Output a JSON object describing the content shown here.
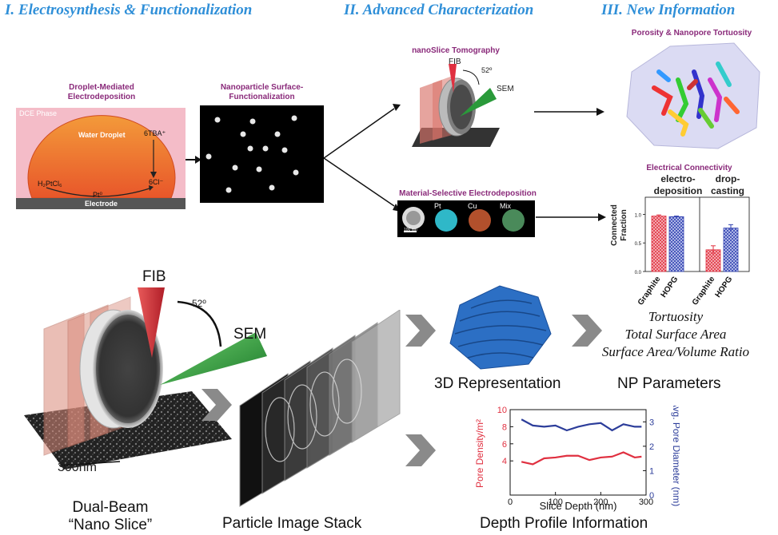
{
  "sections": {
    "s1": "I. Electrosynthesis & Functionalization",
    "s2": "II. Advanced Characterization",
    "s3": "III. New Information"
  },
  "droplet": {
    "title_l1": "Droplet-Mediated",
    "title_l2": "Electrodeposition",
    "dce": "DCE Phase",
    "water": "Water Droplet",
    "tba": "6TBA⁺",
    "h2ptcl6": "H₂PtCl₆",
    "cl": "6Cl⁻",
    "pt": "Pt⁰",
    "electrode": "Electrode"
  },
  "np_func": {
    "title_l1": "Nanoparticle Surface-",
    "title_l2": "Functionalization"
  },
  "nanoslice_tomo": {
    "title": "nanoSlice Tomography",
    "fib": "FIB",
    "angle": "52º",
    "sem": "SEM"
  },
  "mse": {
    "title": "Material-Selective Electrodeposition",
    "pt": "Pt",
    "cu": "Cu",
    "mix": "Mix",
    "scale": "100 nm"
  },
  "porosity": {
    "title": "Porosity & Nanopore Tortuosity"
  },
  "elec_conn": {
    "title": "Electrical Connectivity",
    "group1_l1": "electro-",
    "group1_l2": "deposition",
    "group2_l1": "drop-",
    "group2_l2": "casting",
    "ylabel_l1": "Connected",
    "ylabel_l2": "Fraction",
    "yticks": [
      "0.0",
      "0.5",
      "1.0"
    ],
    "xlabels": [
      "Graphite",
      "HOPG",
      "Graphite",
      "HOPG"
    ]
  },
  "bottom": {
    "fib": "FIB",
    "angle": "52º",
    "sem": "SEM",
    "scale": "300nm",
    "dual_l1": "Dual-Beam",
    "dual_l2": "“Nano Slice”",
    "stack": "Particle Image Stack",
    "rep3d": "3D Representation",
    "np_params": "NP Parameters",
    "params_l1": "Tortuosity",
    "params_l2": "Total Surface Area",
    "params_l3": "Surface Area/Volume Ratio",
    "depth": "Depth Profile Information"
  },
  "colors": {
    "section": "#2f8fd8",
    "title": "#8a2a7a",
    "red": "#e03040",
    "blue": "#2c3d9a"
  },
  "chart_data": [
    {
      "type": "bar",
      "title": "Electrical Connectivity",
      "categories": [
        "Graphite",
        "HOPG",
        "Graphite",
        "HOPG"
      ],
      "groups": [
        "electro-deposition",
        "electro-deposition",
        "drop-casting",
        "drop-casting"
      ],
      "values": [
        0.97,
        0.96,
        0.38,
        0.76
      ],
      "errors": [
        0.02,
        0.01,
        0.07,
        0.06
      ],
      "ylabel": "Connected Fraction",
      "ylim": [
        0,
        1.3
      ],
      "yticks": [
        0.0,
        0.5,
        1.0
      ]
    },
    {
      "type": "line",
      "xlabel": "Slice Depth (nm)",
      "xlim": [
        0,
        300
      ],
      "xticks": [
        0,
        100,
        200,
        300
      ],
      "series": [
        {
          "name": "Pore Density/m²",
          "axis": "left",
          "color": "#e03040",
          "x": [
            25,
            50,
            75,
            100,
            125,
            150,
            175,
            200,
            225,
            250,
            275,
            290
          ],
          "y": [
            3.9,
            3.6,
            4.3,
            4.4,
            4.6,
            4.6,
            4.1,
            4.4,
            4.5,
            5.0,
            4.4,
            4.5
          ]
        },
        {
          "name": "Avg. Pore Diameter (nm)",
          "axis": "right",
          "color": "#2c3d9a",
          "x": [
            25,
            50,
            75,
            100,
            125,
            150,
            175,
            200,
            225,
            250,
            275,
            290
          ],
          "y": [
            3.1,
            2.85,
            2.8,
            2.85,
            2.65,
            2.8,
            2.9,
            2.95,
            2.65,
            2.9,
            2.8,
            2.8
          ]
        }
      ],
      "ylabel_left": "Pore Density/m²",
      "ylim_left": [
        0,
        10
      ],
      "yticks_left": [
        4,
        6,
        8,
        10
      ],
      "ylabel_right": "Avg. Pore Diameter (nm)",
      "ylim_right": [
        0,
        3.5
      ],
      "yticks_right": [
        0,
        1,
        2,
        3
      ]
    }
  ]
}
